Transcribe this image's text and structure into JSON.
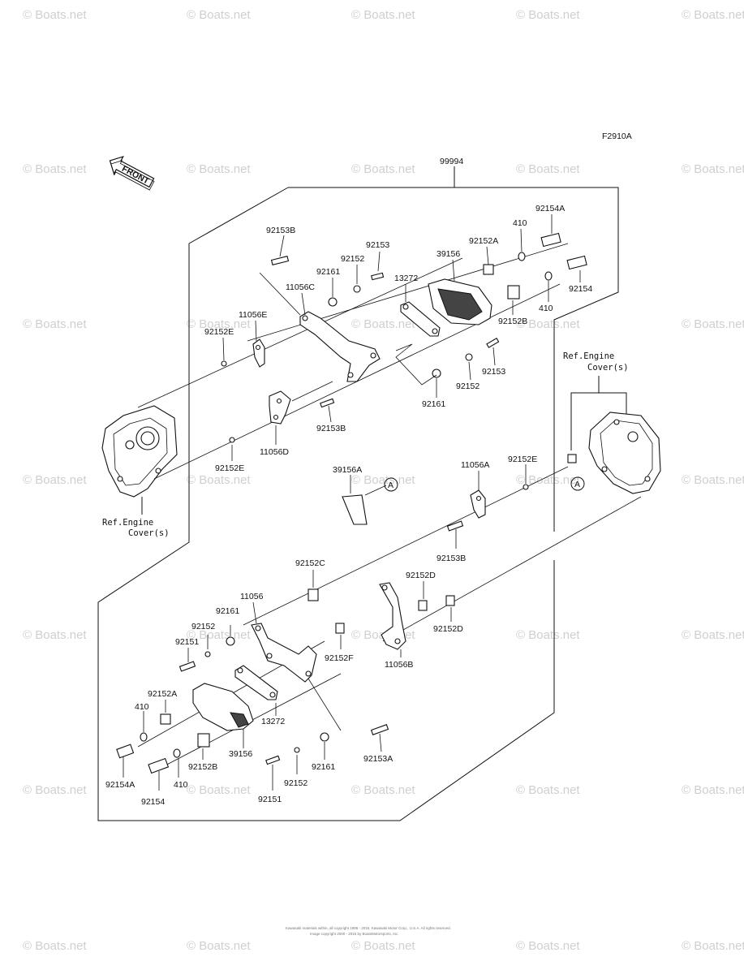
{
  "watermark_text": "© Boats.net",
  "figure_code": "F2910A",
  "front_arrow_text": "FRONT",
  "kit_number": "99994",
  "ref_left": {
    "line1": "Ref.Engine",
    "line2": "Cover(s)"
  },
  "ref_right": {
    "line1": "Ref.Engine",
    "line2": "Cover(s)"
  },
  "marker_a": "A",
  "footer_line1": "Kawasaki materials within, all copyright 1996 - 2015, Kawasaki Motor Corp., U.S.A. All rights reserved.",
  "footer_line2": "Image copyright 2000 - 2015 by BoatsMotorsports, Inc.",
  "labels": {
    "p92153B_a": "92153B",
    "p92153_a": "92153",
    "p92152_a": "92152",
    "p92161_a": "92161",
    "p11056C": "11056C",
    "p11056E": "11056E",
    "p92152E_a": "92152E",
    "p13272_a": "13272",
    "p39156_a": "39156",
    "p92152A_a": "92152A",
    "p410_a": "410",
    "p92154A_a": "92154A",
    "p92154_a": "92154",
    "p92152B_a": "92152B",
    "p410_b": "410",
    "p92153_b": "92153",
    "p92152_b": "92152",
    "p92161_b": "92161",
    "p92153B_b": "92153B",
    "p11056D": "11056D",
    "p92152E_b": "92152E",
    "p39156A": "39156A",
    "p11056A": "11056A",
    "p92152E_c": "92152E",
    "p92153B_c": "92153B",
    "p92152C": "92152C",
    "p11056": "11056",
    "p92161_c": "92161",
    "p92152_c": "92152",
    "p92151_a": "92151",
    "p92152D_a": "92152D",
    "p92152D_b": "92152D",
    "p92152F": "92152F",
    "p11056B": "11056B",
    "p92152A_b": "92152A",
    "p410_c": "410",
    "p13272_b": "13272",
    "p39156_b": "39156",
    "p92154A_b": "92154A",
    "p92152B_b": "92152B",
    "p92161_d": "92161",
    "p92153A": "92153A",
    "p92154_b": "92154",
    "p410_d": "410",
    "p92152_d": "92152",
    "p92151_b": "92151"
  }
}
